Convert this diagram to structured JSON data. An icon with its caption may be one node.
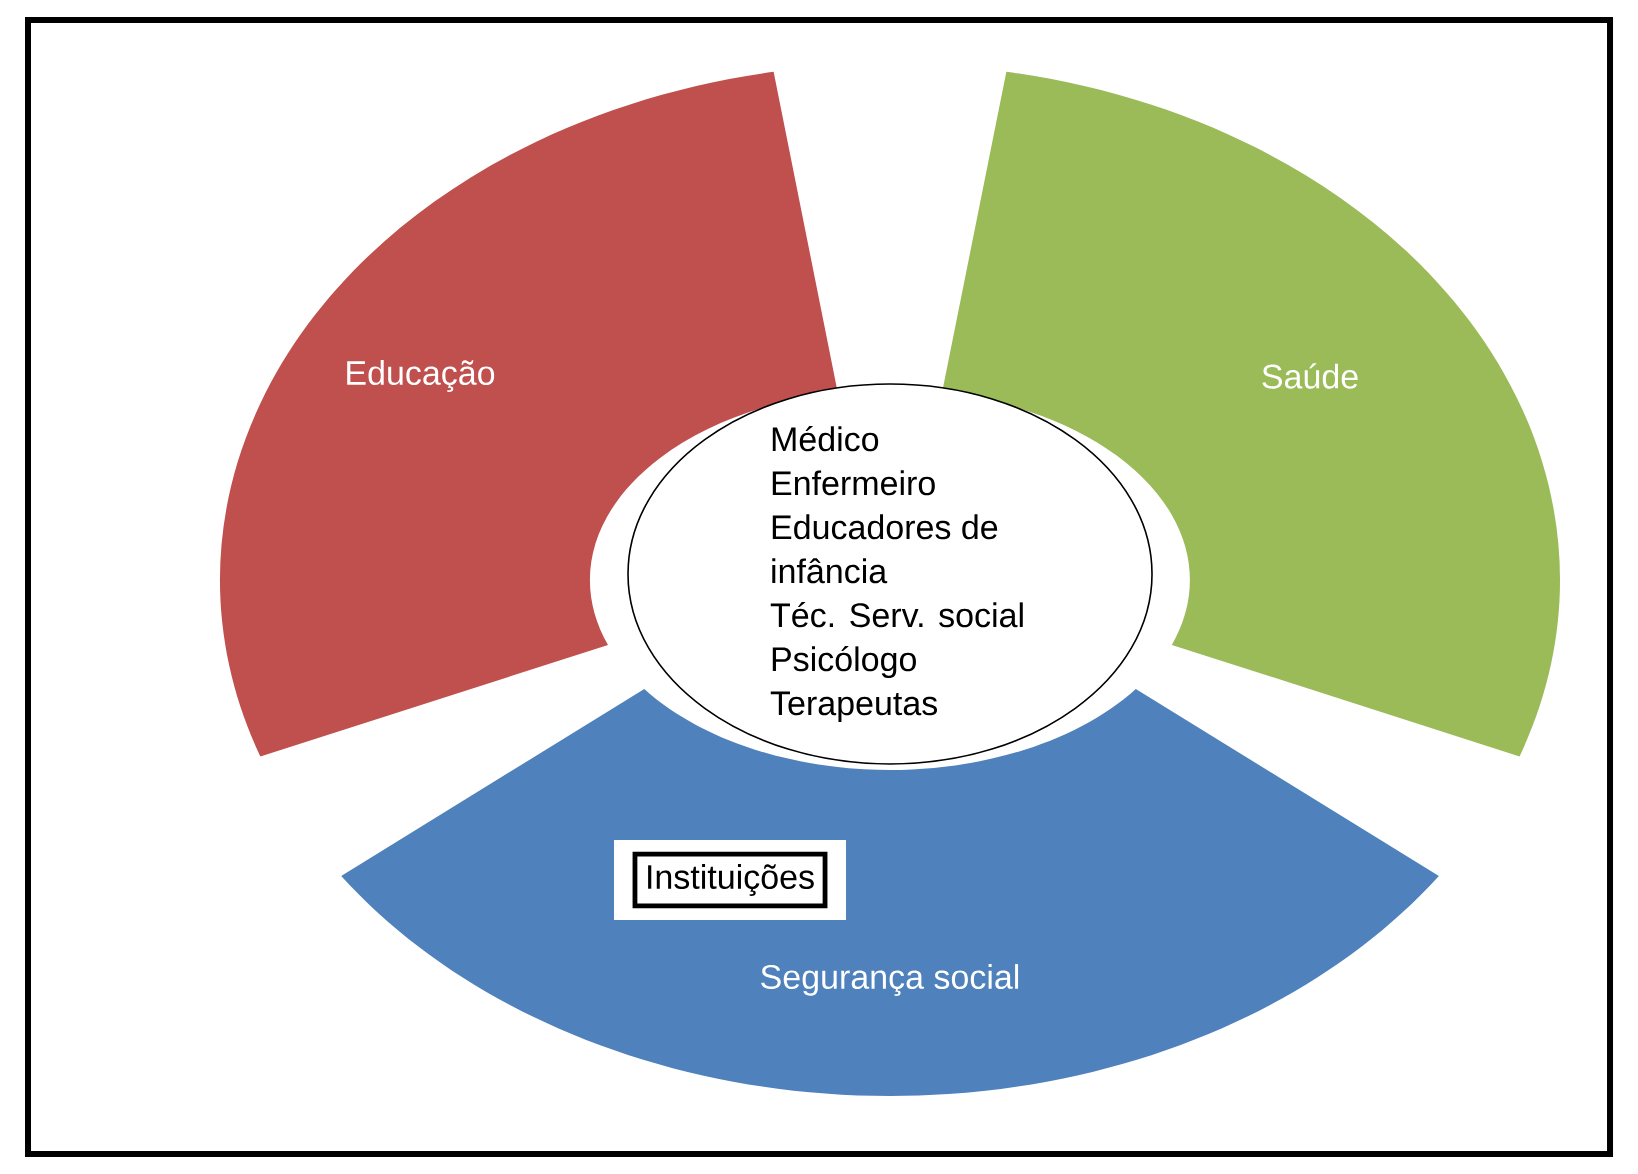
{
  "diagram": {
    "nodes": [
      {
        "text": [
          "Educação"
        ]
      },
      {
        "text": [
          "Saúde"
        ]
      },
      {
        "text": [
          "Segurança social"
        ]
      },
      {
        "text": [
          "Instituições"
        ],
        "in": 2
      },
      {
        "text": [
          "Médico",
          "Enfermeiro",
          "Educadores de infância",
          "Téc. Serv. social",
          "Psicólogo",
          "Terapeutas"
        ]
      }
    ]
  }
}
